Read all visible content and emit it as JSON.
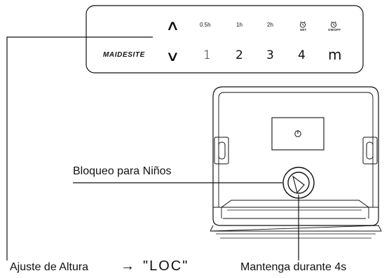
{
  "keypad": {
    "brand": "MAIDESITE",
    "up_key": "∧",
    "down_key": "∨",
    "timers": [
      "0.5h",
      "1h",
      "2h"
    ],
    "alarm_set_label": "SET",
    "alarm_onoff_label": "ON/OFF",
    "memory_keys": [
      "1",
      "2",
      "3",
      "4"
    ],
    "m_key": "m"
  },
  "callouts": {
    "child_lock": "Bloqueo para Niños",
    "height_adjust": "Ajuste de Altura",
    "arrow": "→",
    "loc_code": "\"LOC\"",
    "hold": "Mantenga durante 4s"
  },
  "icons": {
    "lock_button": "power-lock-icon",
    "alarm": "alarm-clock-icon"
  },
  "colors": {
    "line": "#111111",
    "background": "#ffffff",
    "panel_shade": "#f3f3f3"
  }
}
